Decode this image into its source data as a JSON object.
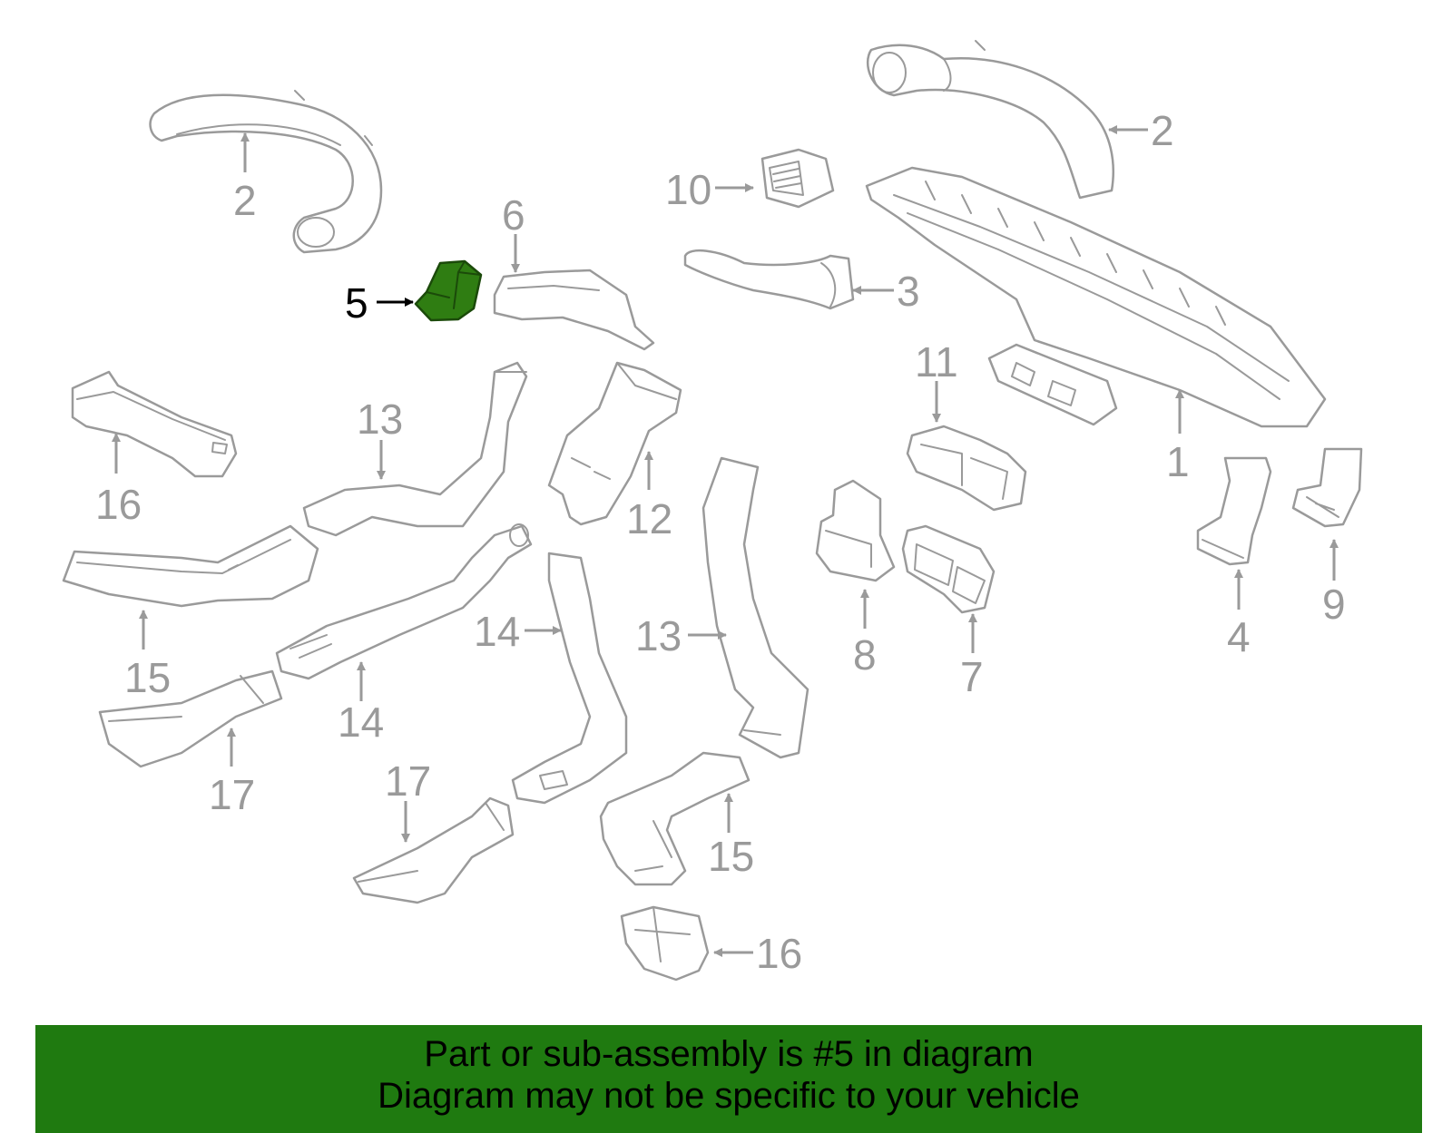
{
  "diagram": {
    "highlight_color": "#2f7d12",
    "highlighted_part": "5",
    "callouts": [
      "1",
      "2",
      "2",
      "3",
      "4",
      "5",
      "6",
      "7",
      "8",
      "9",
      "10",
      "11",
      "12",
      "13",
      "13",
      "14",
      "14",
      "15",
      "15",
      "16",
      "16",
      "17",
      "17"
    ]
  },
  "banner": {
    "background": "#1f7a10",
    "line1": "Part or sub-assembly is #5 in diagram",
    "line2": "Diagram may not be specific to your vehicle"
  }
}
